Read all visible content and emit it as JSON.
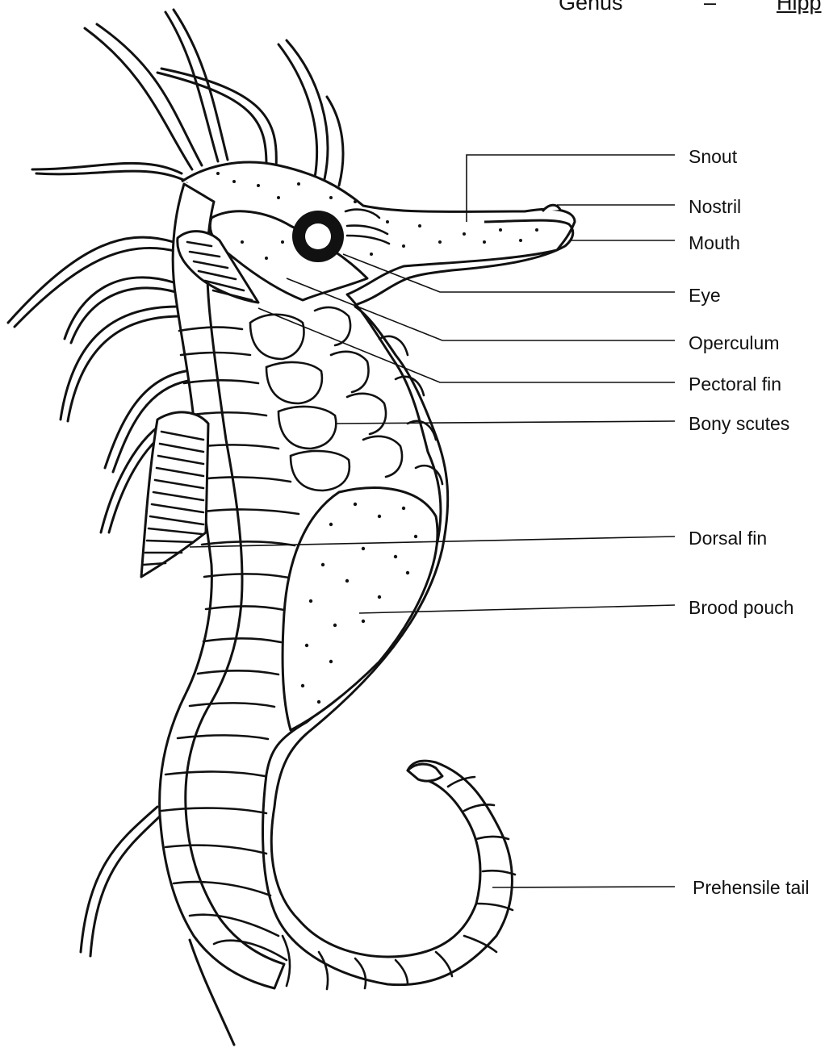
{
  "header": {
    "genus_label": "Genus",
    "dash": "–",
    "genus_value": "Hipp"
  },
  "labels": {
    "snout": "Snout",
    "nostril": "Nostril",
    "mouth": "Mouth",
    "eye": "Eye",
    "operculum": "Operculum",
    "pectoral_fin": "Pectoral fin",
    "bony_scutes": "Bony scutes",
    "dorsal_fin": "Dorsal fin",
    "brood_pouch": "Brood pouch",
    "prehensile_tail": "Prehensile tail"
  },
  "colors": {
    "ink": "#111111",
    "paper": "#ffffff"
  }
}
